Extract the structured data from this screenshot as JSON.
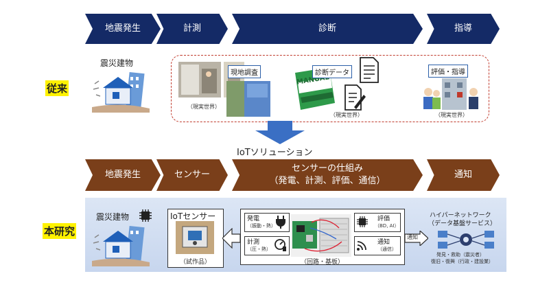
{
  "top_steps": [
    "地震発生",
    "計測",
    "診断",
    "指導"
  ],
  "bottom_steps": {
    "step1": "地震発生",
    "step2": "センサー",
    "step3_line1": "センサーの仕組み",
    "step3_line2": "（発電、計測、評価、通信）",
    "step4": "通知"
  },
  "rows": {
    "conventional": "従来",
    "this_study": "本研究"
  },
  "conventional": {
    "building": "震災建物",
    "field_survey": "現地調査",
    "real_world_1": "（現実世界）",
    "diagnosis_data": "診断データ",
    "manual": "MANUAL",
    "real_world_2": "（現実世界）",
    "evaluation": "評価・指導",
    "real_world_3": "（現実世界）"
  },
  "iot_solution": "IoTソリューション",
  "study": {
    "building": "震災建物",
    "sensor_title": "IoTセンサー",
    "prototype": "（試作品）",
    "power": "発電",
    "power_sub": "（振動・熱）",
    "evaluation": "評価",
    "evaluation_sub": "（BD, AI）",
    "measure": "計測",
    "measure_sub": "（圧・熱）",
    "notify": "通知",
    "notify_sub": "（通信）",
    "circuit": "（回路・基板）",
    "notify_arrow": "通知",
    "network_title1": "ハイパーネットワーク",
    "network_title2": "（データ基盤サービス）",
    "net_line1": "発見・救助（震災者）",
    "net_line2": "復旧・復興（行政・建設業）"
  },
  "colors": {
    "navy": "#142a66",
    "brown": "#7a3f1a",
    "highlight": "#fff200",
    "arrow": "#3a6fc4",
    "dashed": "#c0392b"
  }
}
